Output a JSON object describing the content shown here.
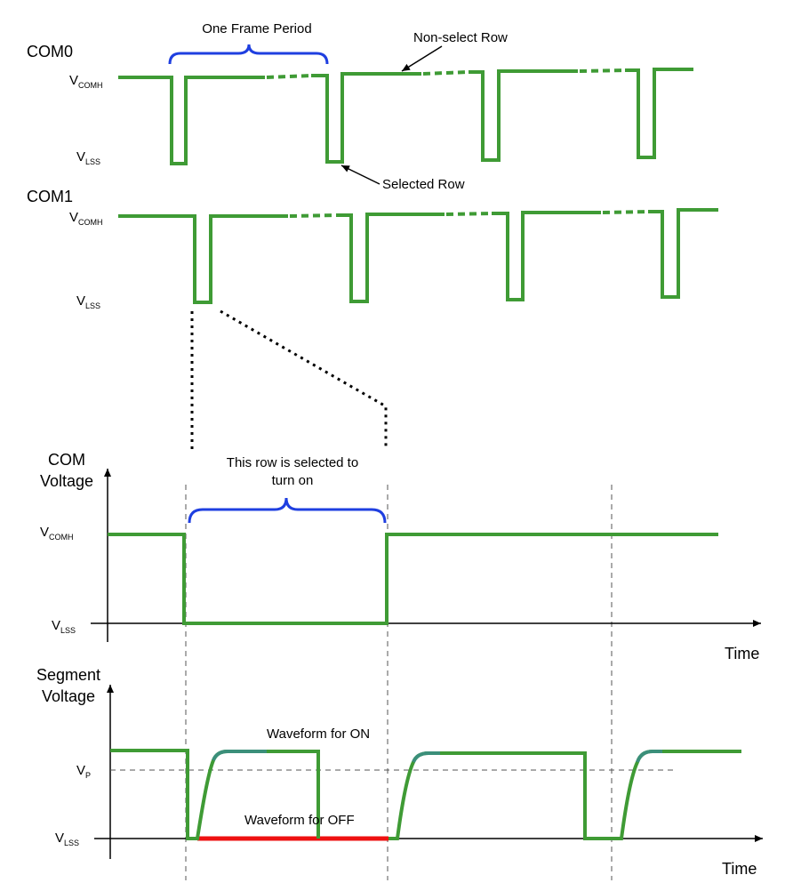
{
  "colors": {
    "waveform": "#3f9b35",
    "waveform_teal": "#3b8f7a",
    "off_waveform": "#ee1111",
    "brace": "#1f3fe0",
    "axis": "#000000",
    "guide": "#555555"
  },
  "labels": {
    "com0": "COM0",
    "com1": "COM1",
    "one_frame_period": "One Frame Period",
    "non_select_row": "Non-select Row",
    "selected_row": "Selected Row",
    "v": "V",
    "comh_sub": "COMH",
    "lss_sub": "LSS",
    "p_sub": "P",
    "com_voltage_line1": "COM",
    "com_voltage_line2": "Voltage",
    "selected_note_line1": "This row is selected to",
    "selected_note_line2": "turn on",
    "time": "Time",
    "segment_voltage_line1": "Segment",
    "segment_voltage_line2": "Voltage",
    "waveform_on": "Waveform for ON",
    "waveform_off": "Waveform for OFF"
  }
}
